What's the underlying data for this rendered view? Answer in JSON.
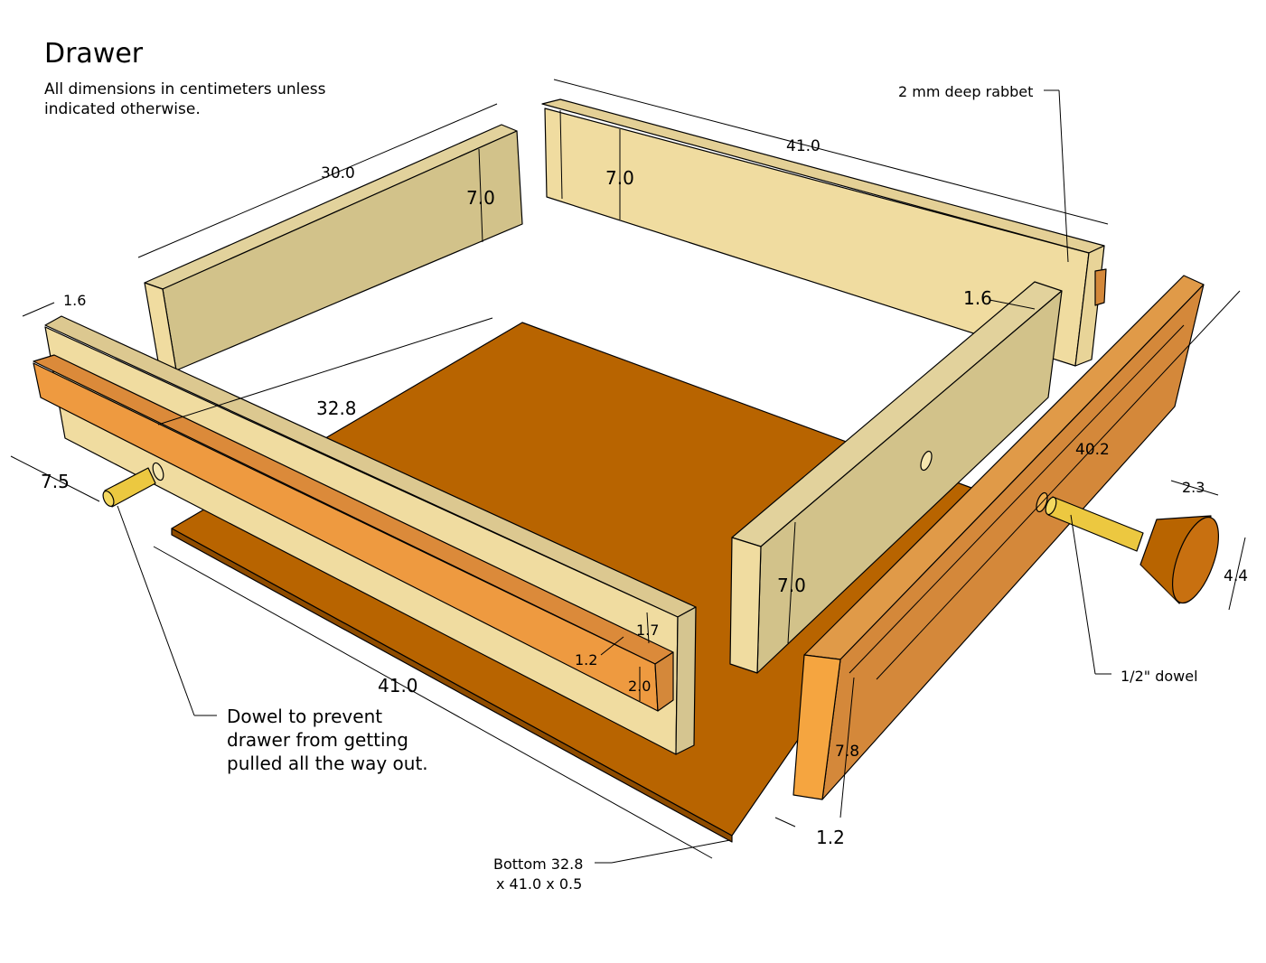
{
  "title": "Drawer",
  "subtitle": "All dimensions in centimeters unless indicated otherwise.",
  "colors": {
    "bottom": "#B86400",
    "light_wood": "#F0DCA0",
    "side_wood": "#D2C28A",
    "rail": "#D4883A",
    "dowel": "#ECC840"
  },
  "dimensions": {
    "left_side_length": "30.0",
    "left_side_height": "7.0",
    "back_length": "41.0",
    "back_height": "7.0",
    "front_thickness": "1.6",
    "right_thickness": "1.6",
    "bottom_width": "32.8",
    "dowel_offset": "7.5",
    "bottom_length": "41.0",
    "groove_depth": "1.7",
    "rail_width": "1.2",
    "rail_height": "2.0",
    "right_side_height": "7.0",
    "rail_length": "40.2",
    "knob_depth": "2.3",
    "knob_diameter": "4.4",
    "front_height": "7.8",
    "front_depth": "1.2"
  },
  "labels": {
    "rabbet": "2 mm deep rabbet",
    "dowel_note": "Dowel to prevent drawer from getting pulled all the way out.",
    "half_dowel": "1/2\" dowel",
    "bottom_spec_line1": "Bottom 32.8",
    "bottom_spec_line2": "x 41.0 x 0.5"
  }
}
